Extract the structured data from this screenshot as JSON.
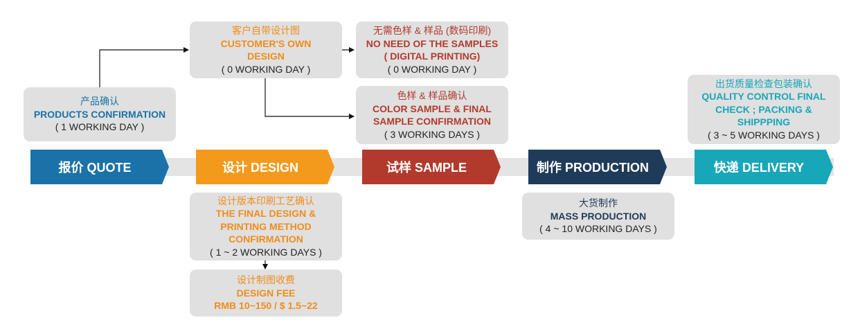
{
  "colors": {
    "quote": "#1a72a8",
    "design": "#f39a1c",
    "sample": "#b23a2c",
    "production": "#1f3b5a",
    "delivery": "#17a7b8",
    "box_bg": "#e0e0e0",
    "track": "#e4e4e4"
  },
  "steps": [
    {
      "label": "报价 QUOTE"
    },
    {
      "label": "设计 DESIGN"
    },
    {
      "label": "试样 SAMPLE"
    },
    {
      "label": "制作 PRODUCTION"
    },
    {
      "label": "快递 DELIVERY"
    }
  ],
  "boxes": {
    "products_confirmation": {
      "cn": "产品确认",
      "en": [
        "PRODUCTS CONFIRMATION"
      ],
      "days": "( 1 WORKING DAY )"
    },
    "customers_own_design": {
      "cn": "客户自带设计图",
      "en": [
        "CUSTOMER'S OWN",
        "DESIGN"
      ],
      "days": "( 0 WORKING DAY )"
    },
    "no_need_samples": {
      "cn": "无需色样 & 样品 (数码印刷)",
      "en": [
        "NO NEED OF THE SAMPLES",
        "( DIGITAL PRINTING)"
      ],
      "days": "( 0 WORKING DAY )"
    },
    "color_sample": {
      "cn": "色样 & 样品确认",
      "en": [
        "COLOR SAMPLE & FINAL",
        "SAMPLE CONFIRMATION"
      ],
      "days": "( 3 WORKING DAYS )"
    },
    "quality_control": {
      "cn": "出货质量检查包装确认",
      "en": [
        "QUALITY CONTROL FINAL",
        "CHECK ; PACKING &",
        "SHIPPPING"
      ],
      "days": "( 3 ~ 5 WORKING DAYS )"
    },
    "final_design": {
      "cn": "设计版本印刷工艺确认",
      "en": [
        "THE FINAL DESIGN &",
        "PRINTING METHOD",
        "CONFIRMATION"
      ],
      "days": "( 1 ~ 2 WORKING DAYS )"
    },
    "mass_production": {
      "cn": "大货制作",
      "en": [
        "MASS PRODUCTION"
      ],
      "days": "( 4 ~ 10 WORKING DAYS )"
    },
    "design_fee": {
      "cn": "设计制图收费",
      "en": [
        "DESIGN FEE",
        "RMB 10~150 / $ 1.5~22"
      ]
    }
  }
}
